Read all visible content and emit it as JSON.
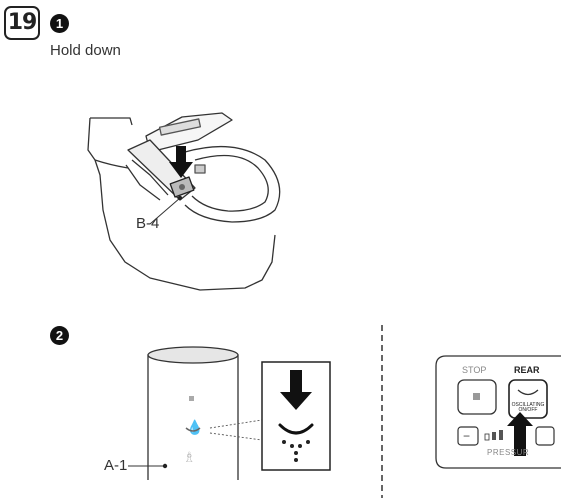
{
  "step": {
    "number": "19"
  },
  "sub1": {
    "badge": "1",
    "instruction": "Hold down"
  },
  "sub2": {
    "badge": "2"
  },
  "labels": {
    "b4": "B-4",
    "a1": "A-1"
  },
  "remote": {
    "stop_label": "STOP",
    "rear_label": "REAR",
    "oscillating_label": "OSCILLATING ON/OFF",
    "pressure_label": "PRESSUR",
    "minus_label": "−"
  }
}
